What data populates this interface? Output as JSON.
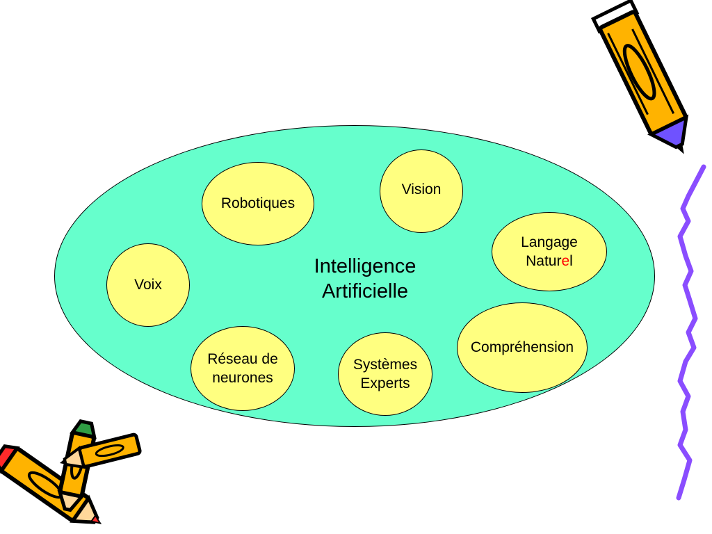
{
  "colors": {
    "oval_fill": "#66ffcc",
    "bubble_fill": "#ffff80",
    "accent_red": "#ff0000",
    "wave": "#8a4dff",
    "pencil_body": "#ffb300",
    "pencil_tip_blue": "#6f52ff",
    "pencil_tip_red": "#ff2a2a",
    "pencil_tip_green": "#2f9e44"
  },
  "diagram": {
    "center": {
      "line1": "Intelligence",
      "line2": "Artificielle"
    },
    "nodes": {
      "robotiques": "Robotiques",
      "vision": "Vision",
      "langage_l1": "Langage",
      "langage_l2_a": "Natur",
      "langage_l2_b": "e",
      "langage_l2_c": "l",
      "voix": "Voix",
      "comprehension": "Compréhension",
      "reseau_l1": "Réseau de",
      "reseau_l2": "neurones",
      "systemes_l1": "Systèmes",
      "systemes_l2": "Experts"
    }
  },
  "decorations": {
    "pencil_icons": [
      "pencil-icon",
      "pencil-icon",
      "pencil-icon"
    ],
    "wave_icon": "wavy-line-icon"
  }
}
